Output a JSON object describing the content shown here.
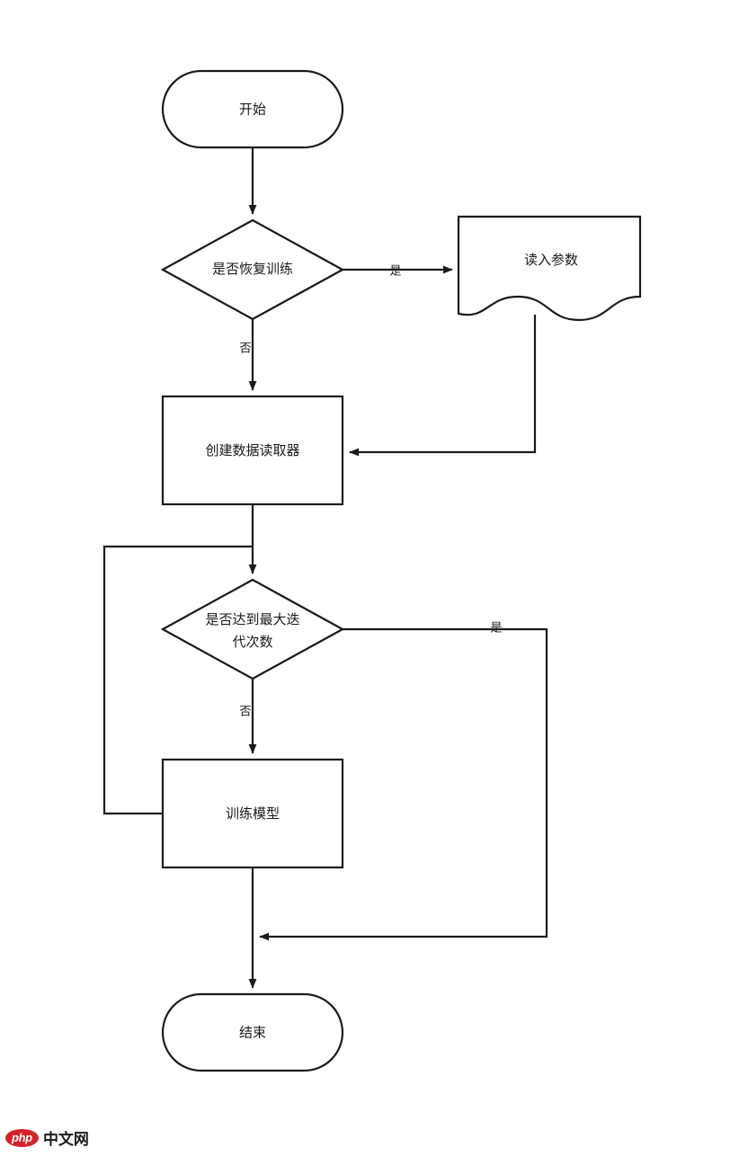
{
  "diagram": {
    "type": "flowchart",
    "orientation": "top-to-bottom",
    "nodes": [
      {
        "id": "start",
        "shape": "terminator",
        "label": "开始"
      },
      {
        "id": "resume",
        "shape": "decision",
        "label": "是否恢复训练"
      },
      {
        "id": "read_params",
        "shape": "document",
        "label": "读入参数"
      },
      {
        "id": "create_reader",
        "shape": "process",
        "label": "创建数据读取器"
      },
      {
        "id": "max_iter",
        "shape": "decision",
        "label_line1": "是否达到最大迭",
        "label_line2": "代次数"
      },
      {
        "id": "train",
        "shape": "process",
        "label": "训练模型"
      },
      {
        "id": "end",
        "shape": "terminator",
        "label": "结束"
      }
    ],
    "edge_labels": {
      "resume_yes": "是",
      "resume_no": "否",
      "max_iter_yes": "是",
      "max_iter_no": "否"
    },
    "colors": {
      "stroke": "#1a1a1a",
      "fill": "#ffffff",
      "background": "#ffffff"
    }
  },
  "watermark": {
    "logo_text": "php",
    "site_text": "中文网",
    "logo_color": "#d62129"
  }
}
